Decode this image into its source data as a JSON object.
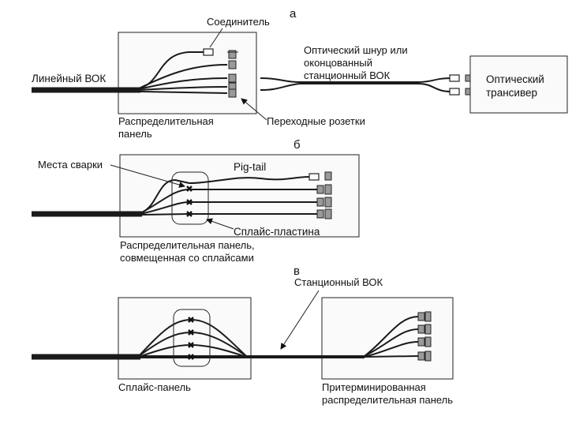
{
  "sections": {
    "a": {
      "letter": "а",
      "connector": "Соединитель",
      "line_cable": "Линейный ВОК",
      "cord_line1": "Оптический шнур или",
      "cord_line2": "оконцованный",
      "cord_line3": "станционный ВОК",
      "transceiver_line1": "Оптический",
      "transceiver_line2": "трансивер",
      "panel_line1": "Распределительная",
      "panel_line2": "панель",
      "adapters": "Переходные розетки"
    },
    "b": {
      "letter": "б",
      "splice_points": "Места сварки",
      "pigtail": "Pig-tail",
      "splice_plate": "Сплайс-пластина",
      "panel_line1": "Распределительная панель,",
      "panel_line2": "совмещенная со сплайсами"
    },
    "c": {
      "letter": "в",
      "station_cable": "Станционный ВОК",
      "splice_panel": "Сплайс-панель",
      "preterm_line1": "Притерминированная",
      "preterm_line2": "распределительная панель"
    }
  }
}
